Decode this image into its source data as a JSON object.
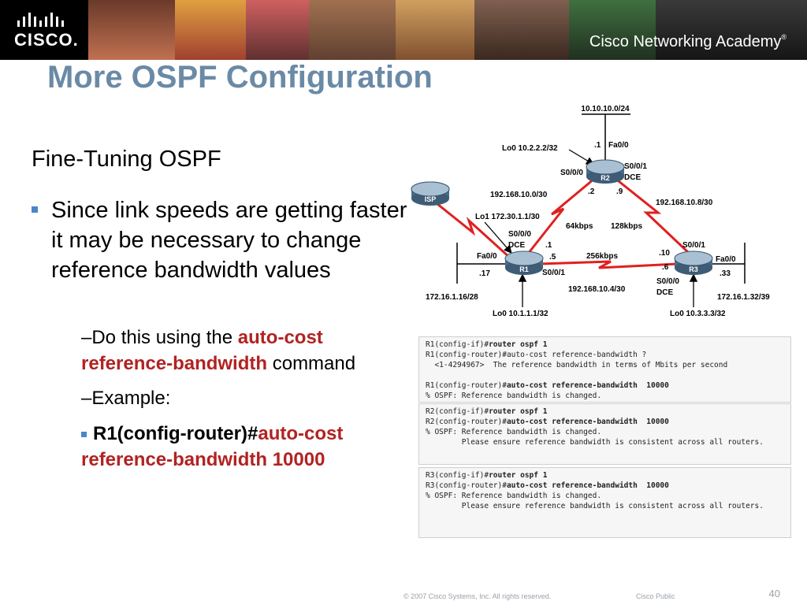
{
  "header": {
    "logo_text": "CISCO.",
    "academy": "Cisco Networking Academy",
    "academy_reg": "®"
  },
  "title": "More OSPF Configuration",
  "subtitle": "Fine-Tuning OSPF",
  "bullet1": "Since link speeds are getting faster it may be necessary to change reference bandwidth values",
  "sub1": {
    "prefix": "–Do this using the ",
    "cmd_line1": "auto-cost",
    "cmd_line2": "reference-bandwidth",
    "suffix": " command"
  },
  "sub2": "–Example:",
  "sub3": {
    "prompt": "R1(config-router)#",
    "cmd1": "auto-cost",
    "cmd2": "reference-bandwidth 10000"
  },
  "diagram": {
    "labels": {
      "lan_top": "10.10.10.0/24",
      "lo0_r2": "Lo0 10.2.2.2/32",
      "r2_dot1": ".1",
      "r2_fa00": "Fa0/0",
      "r2_s000": "S0/0/0",
      "r2_s001": "S0/0/1",
      "r2_dce": "DCE",
      "net_r1r2": "192.168.10.0/30",
      "dot2": ".2",
      "dot9": ".9",
      "net_r2r3": "192.168.10.8/30",
      "lo1_r1": "Lo1 172.30.1.1/30",
      "bw_64": "64kbps",
      "bw_128": "128kbps",
      "r1_s000": "S0/0/0",
      "r1_dce": "DCE",
      "r1_dot1": ".1",
      "r1_fa00": "Fa0/0",
      "r1_dot5": ".5",
      "bw_256": "256kbps",
      "dot10": ".10",
      "r3_s001": "S0/0/1",
      "r3_fa00": "Fa0/0",
      "dot17": ".17",
      "r1_s001": "S0/0/1",
      "dot6": ".6",
      "dot33": ".33",
      "r3_s000": "S0/0/0",
      "r3_dce": "DCE",
      "net_r1r3": "192.168.10.4/30",
      "lan_r1": "172.16.1.16/28",
      "lan_r3": "172.16.1.32/39",
      "lo0_r1": "Lo0 10.1.1.1/32",
      "lo0_r3": "Lo0 10.3.3.3/32"
    },
    "routers": {
      "isp": "ISP",
      "r1": "R1",
      "r2": "R2",
      "r3": "R3"
    }
  },
  "cli_boxes": [
    {
      "lines": [
        {
          "plain": "R1(config-if)#",
          "bold": "router ospf 1",
          "tail": ""
        },
        {
          "plain": "R1(config-router)#auto-cost reference-bandwidth ?",
          "bold": "",
          "tail": ""
        },
        {
          "plain": "  <1-4294967>  The reference bandwidth in terms of Mbits per second",
          "bold": "",
          "tail": ""
        },
        {
          "plain": " ",
          "bold": "",
          "tail": ""
        },
        {
          "plain": "R1(config-router)#",
          "bold": "auto-cost reference-bandwidth  10000",
          "tail": ""
        },
        {
          "plain": "% OSPF: Reference bandwidth is changed.",
          "bold": "",
          "tail": ""
        }
      ]
    },
    {
      "lines": [
        {
          "plain": "R2(config-if)#",
          "bold": "router ospf 1",
          "tail": ""
        },
        {
          "plain": "R2(config-router)#",
          "bold": "auto-cost reference-bandwidth  10000",
          "tail": ""
        },
        {
          "plain": "% OSPF: Reference bandwidth is changed.",
          "bold": "",
          "tail": ""
        },
        {
          "plain": "        Please ensure reference bandwidth is consistent across all routers.",
          "bold": "",
          "tail": ""
        }
      ]
    },
    {
      "lines": [
        {
          "plain": "R3(config-if)#",
          "bold": "router ospf 1",
          "tail": ""
        },
        {
          "plain": "R3(config-router)#",
          "bold": "auto-cost reference-bandwidth  10000",
          "tail": ""
        },
        {
          "plain": "% OSPF: Reference bandwidth is changed.",
          "bold": "",
          "tail": ""
        },
        {
          "plain": "        Please ensure reference bandwidth is consistent across all routers.",
          "bold": "",
          "tail": ""
        }
      ]
    }
  ],
  "footer": {
    "copyright": "© 2007 Cisco Systems, Inc. All rights reserved.",
    "classification": "Cisco Public",
    "page": "40"
  },
  "colors": {
    "title": "#6a8aa6",
    "accent_red": "#b22222",
    "bullet": "#4a86c8",
    "wan_link": "#e02020"
  },
  "icons": [
    "cisco-logo-bars-icon",
    "router-icon"
  ]
}
